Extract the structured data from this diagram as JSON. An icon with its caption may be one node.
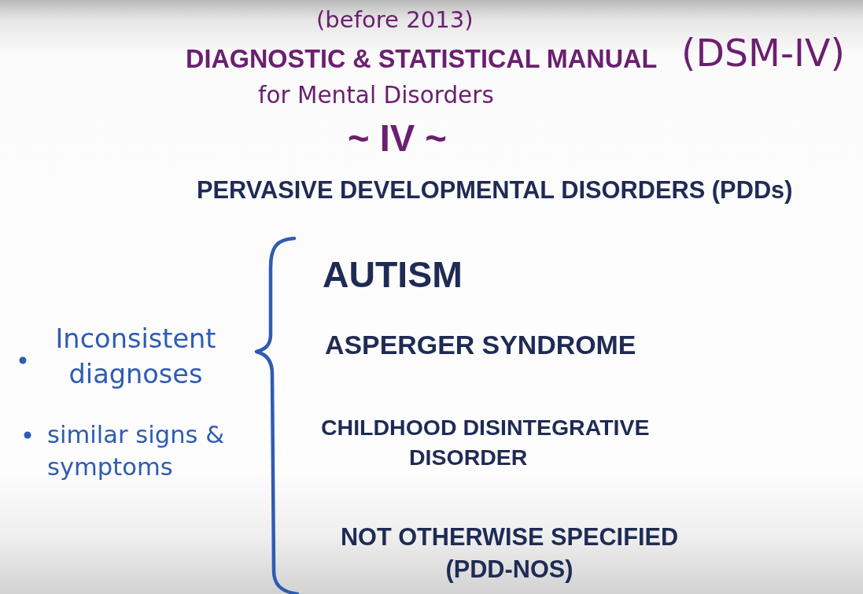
{
  "diagram": {
    "labels": [
      "(before 2013)",
      "DIAGNOSTIC & STATISTICAL MANUAL",
      "for Mental Disorders",
      "(DSM-IV)",
      "~ IV ~",
      "PERVASIVE DEVELOPMENTAL DISORDERS (PDDs)",
      "AUTISM",
      "ASPERGER SYNDROME",
      "CHILDHOOD DISINTEGRATIVE DISORDER",
      "NOT OTHERWISE SPECIFIED (PDD-NOS)",
      "Inconsistent diagnoses",
      "similar signs & symptoms"
    ]
  }
}
